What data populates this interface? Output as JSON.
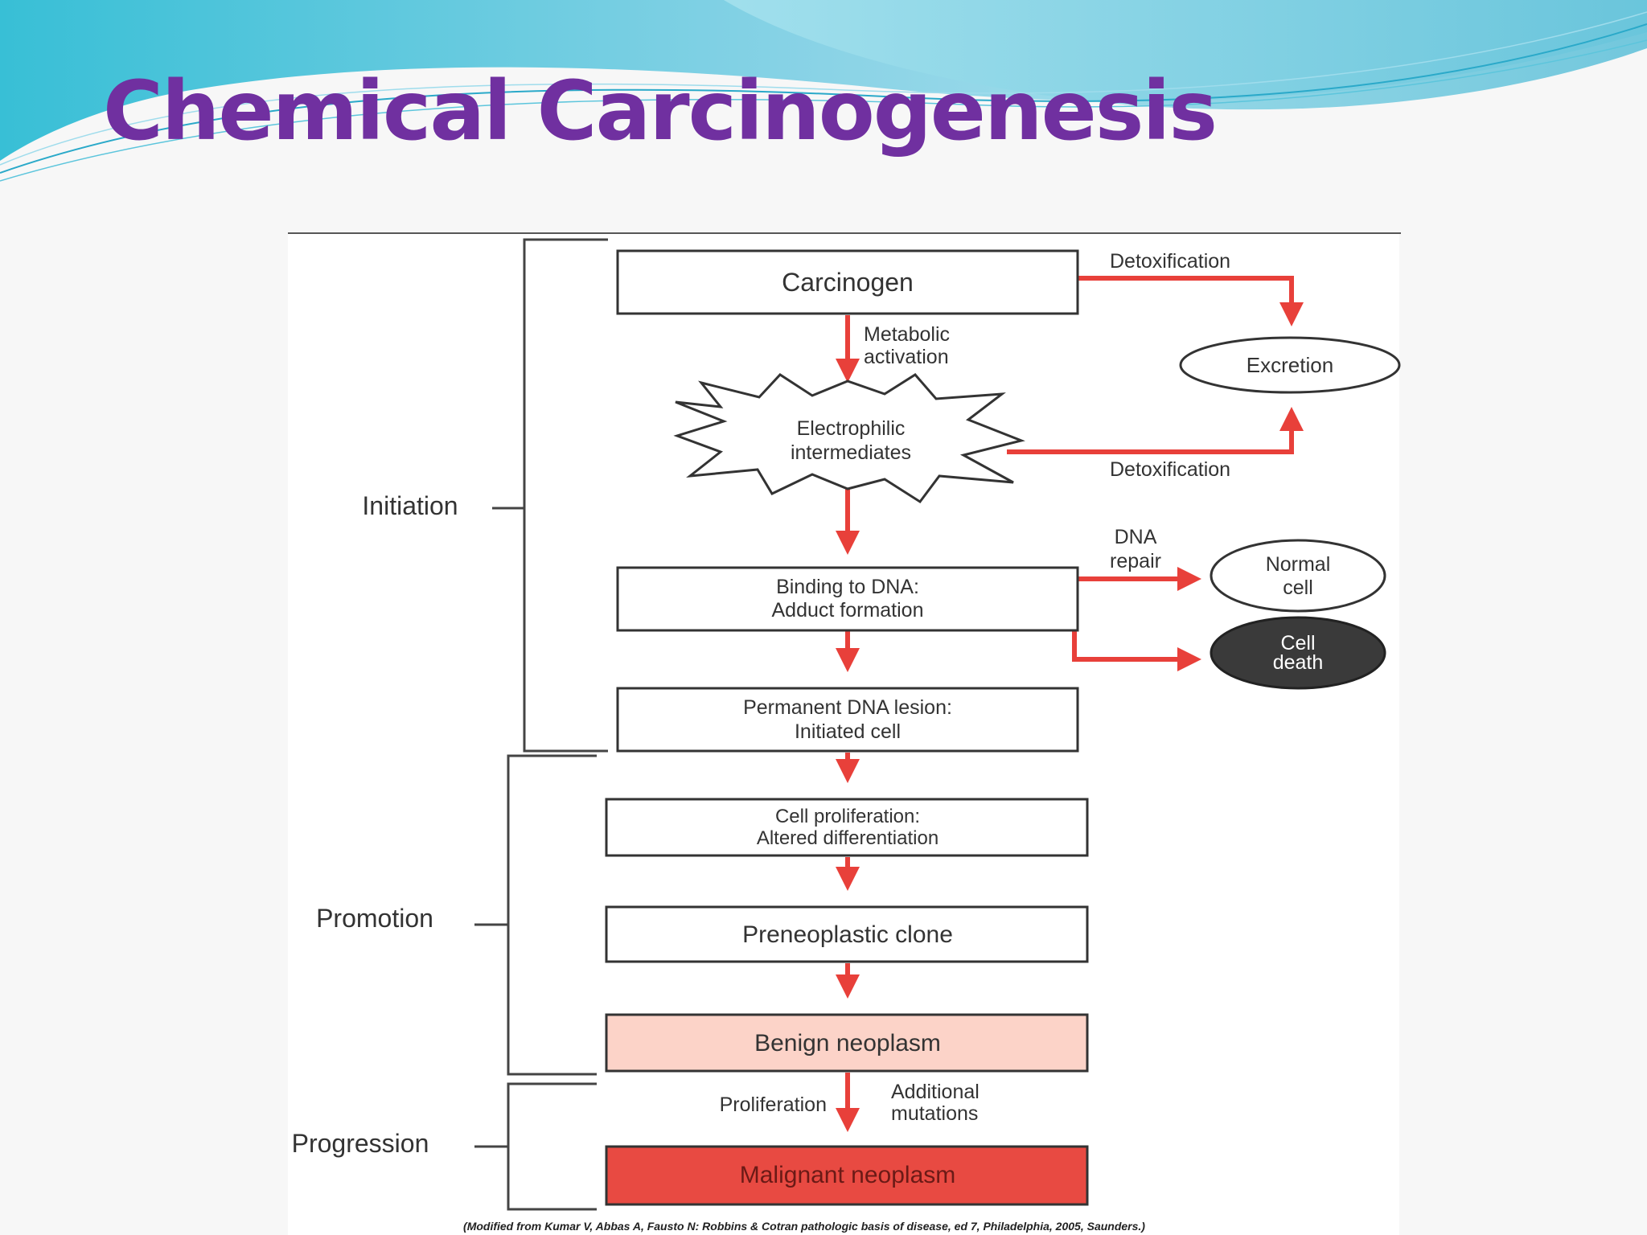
{
  "slide": {
    "title": "Chemical Carcinogenesis"
  },
  "diagram": {
    "stages": {
      "initiation": "Initiation",
      "promotion": "Promotion",
      "progression": "Progression"
    },
    "nodes": {
      "carcinogen": "Carcinogen",
      "electrophilic_1": "Electrophilic",
      "electrophilic_2": "intermediates",
      "binding_1": "Binding to DNA:",
      "binding_2": "Adduct formation",
      "lesion_1": "Permanent DNA lesion:",
      "lesion_2": "Initiated cell",
      "proliferation_1": "Cell proliferation:",
      "proliferation_2": "Altered differentiation",
      "preneoplastic": "Preneoplastic clone",
      "benign": "Benign neoplasm",
      "malignant": "Malignant neoplasm",
      "excretion": "Excretion",
      "normal_cell_1": "Normal",
      "normal_cell_2": "cell",
      "cell_death_1": "Cell",
      "cell_death_2": "death"
    },
    "edge_labels": {
      "detox_top": "Detoxification",
      "detox_bottom": "Detoxification",
      "metabolic_1": "Metabolic",
      "metabolic_2": "activation",
      "dna_repair_1": "DNA",
      "dna_repair_2": "repair",
      "proliferation": "Proliferation",
      "additional_1": "Additional",
      "additional_2": "mutations"
    },
    "citation": "(Modified from Kumar V, Abbas A, Fausto N: Robbins & Cotran pathologic basis of disease, ed 7, Philadelphia, 2005, Saunders.)"
  },
  "colors": {
    "title": "#7030a0",
    "arrow": "#e8403a",
    "benign_fill": "#fcd3c8",
    "malignant_fill": "#e84a42",
    "cell_death_fill": "#3a3a3a",
    "header_wave": "#6cc3da"
  }
}
